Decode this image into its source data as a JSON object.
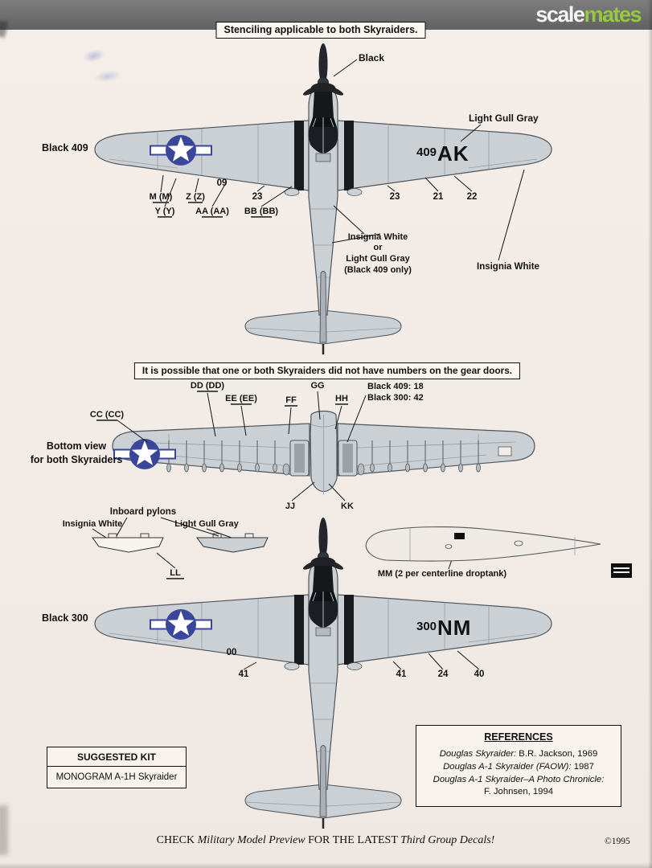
{
  "header": {
    "brand_scale": "scale",
    "brand_mates": "mates"
  },
  "notes": {
    "stencil": "Stenciling applicable to both Skyraiders.",
    "gear_doors": "It is possible that one or both Skyraiders did not have numbers on the gear doors."
  },
  "plane1": {
    "side_label": "Black 409",
    "black_callout": "Black",
    "lgg_callout": "Light Gull Gray",
    "marking_num": "409",
    "marking_code": "AK",
    "num_09": "09",
    "num_23_left": "23",
    "num_23_right": "23",
    "num_21": "21",
    "num_22": "22",
    "st_m": "M (M)",
    "st_z": "Z (Z)",
    "st_y": "Y (Y)",
    "st_aa": "AA (AA)",
    "st_bb": "BB (BB)",
    "white_l1": "Insignia White",
    "white_l2": "or",
    "white_l3": "Light Gull Gray",
    "white_l4": "(Black 409 only)",
    "insignia_white": "Insignia White"
  },
  "bottom_view": {
    "side_label_l1": "Bottom view",
    "side_label_l2": "for both Skyraiders",
    "st_cc": "CC (CC)",
    "st_dd": "DD (DD)",
    "st_ee": "EE (EE)",
    "st_ff": "FF",
    "st_gg": "GG",
    "st_hh": "HH",
    "st_jj": "JJ",
    "st_kk": "KK",
    "st_ll": "LL",
    "gear_409": "Black 409: 18",
    "gear_300": "Black 300: 42",
    "pylons_label": "Inboard pylons",
    "insignia_white": "Insignia White",
    "lgg": "Light Gull Gray",
    "mm_label": "MM (2 per centerline droptank)"
  },
  "plane3": {
    "side_label": "Black 300",
    "marking_num": "300",
    "marking_code": "NM",
    "num_00": "00",
    "num_41_left": "41",
    "num_41_right": "41",
    "num_24": "24",
    "num_40": "40"
  },
  "suggested_kit": {
    "title": "SUGGESTED KIT",
    "kit": "MONOGRAM A-1H Skyraider"
  },
  "references": {
    "title": "REFERENCES",
    "l1_em": "Douglas Skyraider:",
    "l1_rest": " B.R. Jackson, 1969",
    "l2_em": "Douglas A-1 Skyraider (FAOW):",
    "l2_rest": " 1987",
    "l3_em": "Douglas A-1 Skyraider–A Photo Chronicle:",
    "l4": "F. Johnsen, 1994"
  },
  "footer": {
    "seg1": "CHECK ",
    "seg2": "Military Model Preview",
    "seg3": " FOR THE LATEST ",
    "seg4": "Third Group Decals!",
    "copyright": "©1995"
  },
  "colors": {
    "brand_green": "#95c93d",
    "insignia_blue": "#3a4699",
    "aircraft_gray": "#cbd0d4"
  }
}
